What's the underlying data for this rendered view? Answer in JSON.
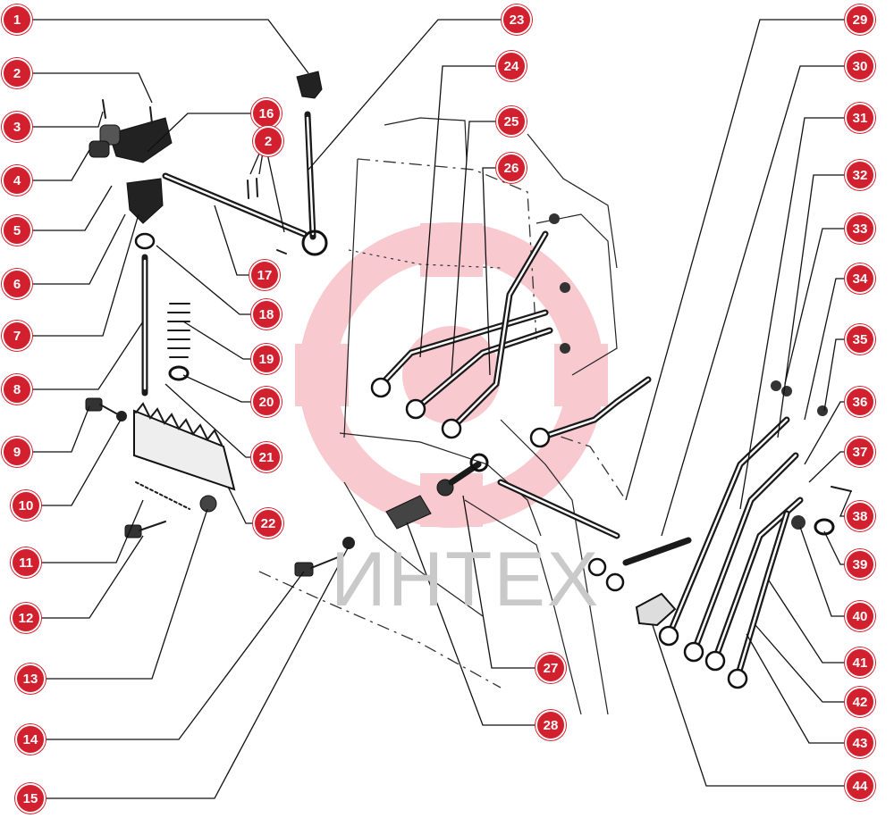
{
  "watermark": {
    "text": "ИНТЕХ",
    "color": "#f2b3b8"
  },
  "callout_color": "#d3202e",
  "callouts": {
    "c1": "1",
    "c2a": "2",
    "c2b": "2",
    "c3": "3",
    "c4": "4",
    "c5": "5",
    "c6": "6",
    "c7": "7",
    "c8": "8",
    "c9": "9",
    "c10": "10",
    "c11": "11",
    "c12": "12",
    "c13": "13",
    "c14": "14",
    "c15": "15",
    "c16": "16",
    "c17": "17",
    "c18": "18",
    "c19": "19",
    "c20": "20",
    "c21": "21",
    "c22": "22",
    "c23": "23",
    "c24": "24",
    "c25": "25",
    "c26": "26",
    "c27": "27",
    "c28": "28",
    "c29": "29",
    "c30": "30",
    "c31": "31",
    "c32": "32",
    "c33": "33",
    "c34": "34",
    "c35": "35",
    "c36": "36",
    "c37": "37",
    "c38": "38",
    "c39": "39",
    "c40": "40",
    "c41": "41",
    "c42": "42",
    "c43": "43",
    "c44": "44"
  }
}
